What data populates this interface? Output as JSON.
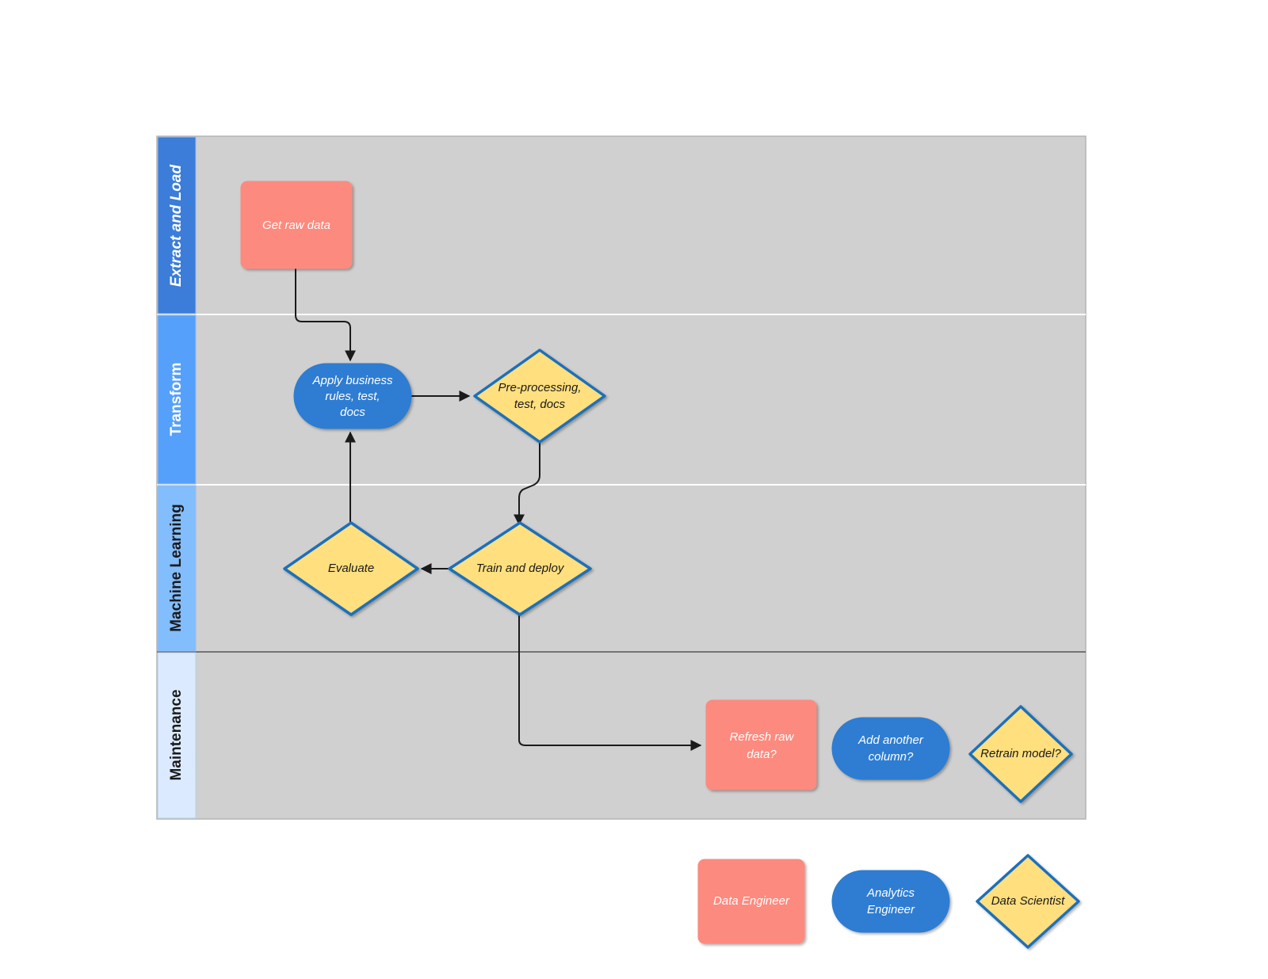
{
  "diagram": {
    "type": "swimlane-flowchart",
    "title": "",
    "background_color": "#ffffff",
    "pool_fill": "#d0d0d0",
    "pool_border": "#9a9a9a"
  },
  "palette": {
    "red_fill": "#fc8a7e",
    "red_text": "#ffffff",
    "blue_fill": "#2d7dd2",
    "blue_stroke": "#1f66b0",
    "blue_text": "#ffffff",
    "yellow_fill": "#ffdf7e",
    "yellow_stroke": "#1a6fbb",
    "yellow_text": "#1a1a1a",
    "lane_header_1": "#3b7dd8",
    "lane_header_2": "#55a0fb",
    "lane_header_3": "#82bdfd",
    "lane_header_4": "#dbeafe",
    "lane_text_light": "#ffffff",
    "lane_text_dark": "#1a1a1a",
    "connector": "#000000"
  },
  "lanes": [
    {
      "id": "lane-extract-and-load",
      "label": "Extract and Load",
      "header_color": "#3b7dd8",
      "text_color": "#ffffff"
    },
    {
      "id": "lane-transform",
      "label": "Transform",
      "header_color": "#55a0fb",
      "text_color": "#ffffff"
    },
    {
      "id": "lane-machine-learning",
      "label": "Machine Learning",
      "header_color": "#82bdfd",
      "text_color": "#1a1a1a"
    },
    {
      "id": "lane-maintenance",
      "label": "Maintenance",
      "header_color": "#dbeafe",
      "text_color": "#1a1a1a"
    }
  ],
  "nodes": [
    {
      "id": "get-raw-data",
      "label": "Get raw data",
      "shape": "rounded-rect",
      "role": "Data Engineer",
      "lane": "Extract and Load"
    },
    {
      "id": "apply-business-rules",
      "label_lines": [
        "Apply business",
        "rules, test,",
        "docs"
      ],
      "shape": "stadium",
      "role": "Analytics Engineer",
      "lane": "Transform"
    },
    {
      "id": "pre-processing",
      "label_lines": [
        "Pre-processing,",
        "test, docs"
      ],
      "shape": "diamond",
      "role": "Data Scientist",
      "lane": "Transform"
    },
    {
      "id": "evaluate",
      "label_lines": [
        "Evaluate"
      ],
      "shape": "diamond",
      "role": "Data Scientist",
      "lane": "Machine Learning"
    },
    {
      "id": "train-and-deploy",
      "label_lines": [
        "Train and deploy"
      ],
      "shape": "diamond",
      "role": "Data Scientist",
      "lane": "Machine Learning"
    },
    {
      "id": "refresh-raw-data",
      "label_lines": [
        "Refresh raw",
        "data?"
      ],
      "shape": "rounded-rect",
      "role": "Data Engineer",
      "lane": "Maintenance"
    },
    {
      "id": "add-another-column",
      "label_lines": [
        "Add another",
        "column?"
      ],
      "shape": "stadium",
      "role": "Analytics Engineer",
      "lane": "Maintenance"
    },
    {
      "id": "retrain-model",
      "label_lines": [
        "Retrain model?"
      ],
      "shape": "diamond",
      "role": "Data Scientist",
      "lane": "Maintenance"
    }
  ],
  "edges": [
    {
      "from": "get-raw-data",
      "to": "apply-business-rules"
    },
    {
      "from": "apply-business-rules",
      "to": "pre-processing"
    },
    {
      "from": "pre-processing",
      "to": "train-and-deploy"
    },
    {
      "from": "train-and-deploy",
      "to": "evaluate"
    },
    {
      "from": "evaluate",
      "to": "apply-business-rules"
    },
    {
      "from": "train-and-deploy",
      "to": "refresh-raw-data"
    }
  ],
  "legend": {
    "title": "",
    "items": [
      {
        "id": "legend-data-engineer",
        "label": "Data Engineer",
        "shape": "rounded-rect",
        "fill": "#fc8a7e",
        "text_color": "#ffffff"
      },
      {
        "id": "legend-analytics-engineer",
        "label_lines": [
          "Analytics",
          "Engineer"
        ],
        "shape": "stadium",
        "fill": "#2d7dd2",
        "text_color": "#ffffff"
      },
      {
        "id": "legend-data-scientist",
        "label_lines": [
          "Data Scientist"
        ],
        "shape": "diamond",
        "fill": "#ffdf7e",
        "text_color": "#1a1a1a"
      }
    ]
  },
  "text": {
    "get_raw_data": "Get raw data",
    "apply_1": "Apply business",
    "apply_2": "rules, test,",
    "apply_3": "docs",
    "preproc_1": "Pre-processing,",
    "preproc_2": "test, docs",
    "evaluate": "Evaluate",
    "train_deploy": "Train and deploy",
    "refresh_1": "Refresh raw",
    "refresh_2": "data?",
    "addcol_1": "Add another",
    "addcol_2": "column?",
    "retrain": "Retrain model?",
    "legend_de": "Data Engineer",
    "legend_ae_1": "Analytics",
    "legend_ae_2": "Engineer",
    "legend_ds": "Data Scientist",
    "lane_1": "Extract and Load",
    "lane_2": "Transform",
    "lane_3": "Machine Learning",
    "lane_4": "Maintenance"
  }
}
